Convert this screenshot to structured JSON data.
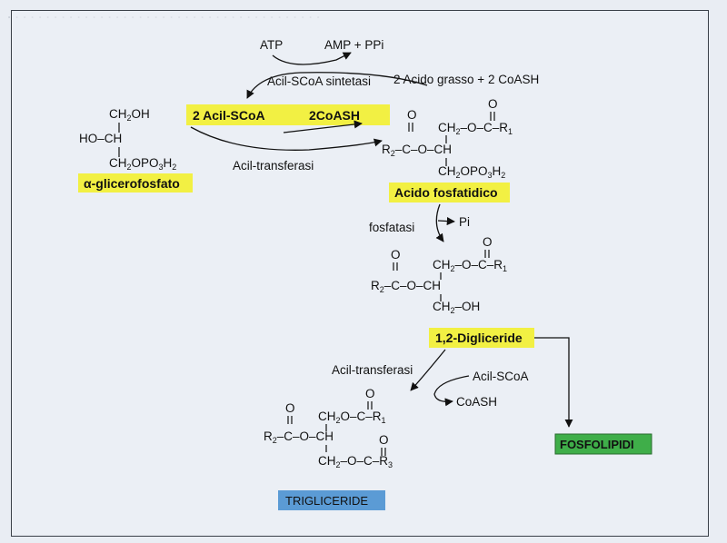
{
  "diagram": {
    "atp": "ATP",
    "amp_ppi": "AMP + PPi",
    "acil_scoa_sintetasi": "Acil-SCoA sintetasi",
    "acido_grasso_coash": "2 Acido grasso + 2 CoASH",
    "acil_scoa_2": "2 Acil-SCoA",
    "coash_2": "2CoASH",
    "acil_transferasi_1": "Acil-transferasi",
    "alfa_glicerofosfato": "α-glicerofosfato",
    "acido_fosfatidico": "Acido fosfatidico",
    "fosfatasi": "fosfatasi",
    "pi": "Pi",
    "digliceride": "1,2-Digliceride",
    "acil_transferasi_2": "Acil-transferasi",
    "acil_scoa": "Acil-SCoA",
    "coash": "CoASH",
    "trigliceride": "TRIGLICERIDE",
    "fosfolipidi": "FOSFOLIPIDI"
  },
  "colors": {
    "yellow_label": "#f2f043",
    "blue_label": "#5b9bd5",
    "green_label": "#3fae49"
  }
}
